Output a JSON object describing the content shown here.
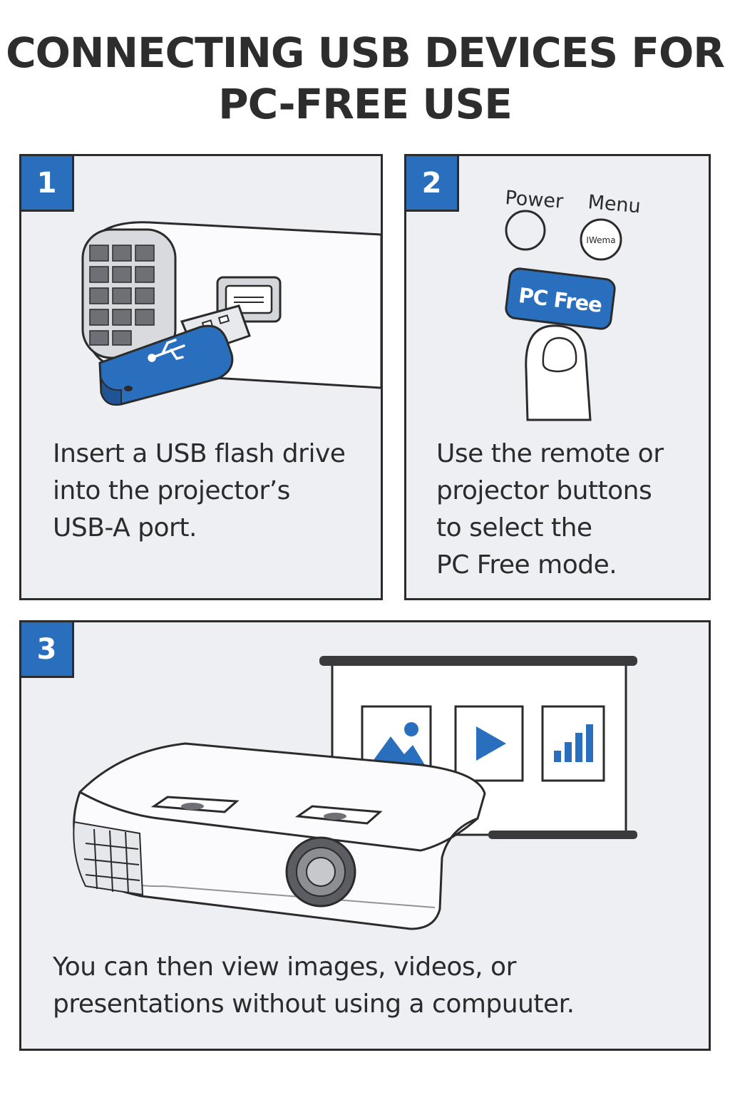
{
  "title": {
    "line1": "CONNECTING USB DEVICES FOR",
    "line2": "PC-FREE USE"
  },
  "steps": [
    {
      "number": "1",
      "caption_lines": [
        "Insert a USB flash drive",
        "into the projector’s",
        "USB-A port."
      ]
    },
    {
      "number": "2",
      "caption_lines": [
        "Use the remote or",
        "projector buttons",
        "to select the",
        "PC Free mode."
      ],
      "buttons": {
        "power_label": "Power",
        "menu_label": "Menu",
        "menu_button_text": "IWema",
        "pc_free_label": "PC Free"
      }
    },
    {
      "number": "3",
      "caption_lines": [
        "You can then view images, videos, or",
        "presentations without using a compuuter."
      ],
      "screen_icons": [
        "image-icon",
        "play-icon",
        "bar-chart-icon"
      ]
    }
  ],
  "colors": {
    "accent_blue": "#2a6fbd",
    "panel_bg": "#eeeff3",
    "outline": "#2b2b2b"
  }
}
